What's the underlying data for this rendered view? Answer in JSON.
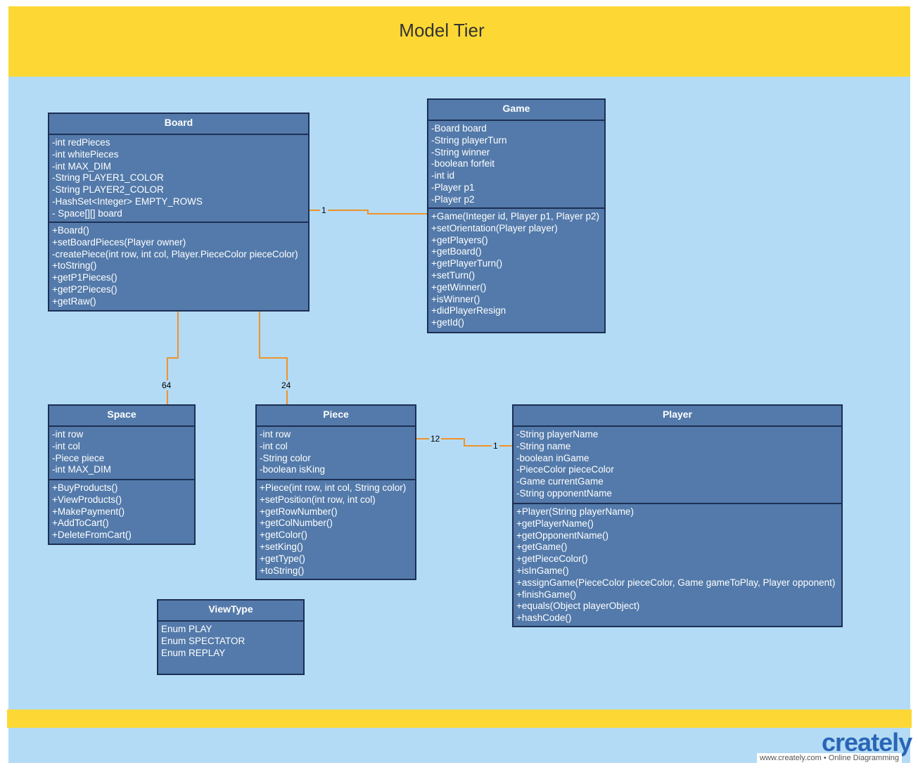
{
  "title": "Model Tier",
  "classes": {
    "board": {
      "name": "Board",
      "attributes": [
        "-int redPieces",
        "-int whitePieces",
        "-int MAX_DIM",
        "-String PLAYER1_COLOR",
        "-String PLAYER2_COLOR",
        "-HashSet<Integer> EMPTY_ROWS",
        "- Space[][] board"
      ],
      "methods": [
        "+Board()",
        "+setBoardPieces(Player owner)",
        "-createPiece(int row, int col, Player.PieceColor pieceColor)",
        "+toString()",
        "+getP1Pieces()",
        "+getP2Pieces()",
        "+getRaw()"
      ]
    },
    "game": {
      "name": "Game",
      "attributes": [
        "-Board board",
        "-String playerTurn",
        "-String winner",
        "-boolean forfeit",
        "-int id",
        "-Player p1",
        "-Player p2"
      ],
      "methods": [
        "+Game(Integer id, Player p1, Player p2)",
        "+setOrientation(Player player)",
        "+getPlayers()",
        "+getBoard()",
        "+getPlayerTurn()",
        "+setTurn()",
        "+getWinner()",
        "+isWinner()",
        "+didPlayerResign",
        "+getId()"
      ]
    },
    "space": {
      "name": "Space",
      "attributes": [
        "-int row",
        "-int col",
        "-Piece piece",
        "-int MAX_DIM"
      ],
      "methods": [
        "+BuyProducts()",
        "+ViewProducts()",
        "+MakePayment()",
        "+AddToCart()",
        "+DeleteFromCart()"
      ]
    },
    "piece": {
      "name": "Piece",
      "attributes": [
        "-int row",
        "-int col",
        "-String color",
        "-boolean isKing"
      ],
      "methods": [
        "+Piece(int row, int col, String color)",
        "+setPosition(int row, int col)",
        "+getRowNumber()",
        "+getColNumber()",
        "+getColor()",
        "+setKing()",
        "+getType()",
        "+toString()"
      ]
    },
    "player": {
      "name": "Player",
      "attributes": [
        "-String playerName",
        "-String name",
        "-boolean inGame",
        "-PieceColor pieceColor",
        "-Game currentGame",
        "-String opponentName"
      ],
      "methods": [
        "+Player(String playerName)",
        "+getPlayerName()",
        "+getOpponentName()",
        "+getGame()",
        "+getPieceColor()",
        "+isInGame()",
        "+assignGame(PieceColor pieceColor, Game gameToPlay, Player opponent)",
        "+finishGame()",
        "+equals(Object playerObject)",
        "+hashCode()"
      ]
    },
    "viewtype": {
      "name": "ViewType",
      "values": [
        "Enum PLAY",
        "Enum SPECTATOR",
        "Enum REPLAY"
      ]
    }
  },
  "multiplicities": {
    "board_game": "1",
    "board_space": "64",
    "board_piece": "24",
    "piece_side": "12",
    "player_side": "1"
  },
  "colors": {
    "header_band": "#fdd835",
    "canvas": "#b3dbf5",
    "class_fill": "#537aaa",
    "class_border": "#1d2f55",
    "connector": "#f0922b"
  },
  "branding": {
    "logo": "creately",
    "tagline": "www.creately.com • Online Diagramming"
  }
}
